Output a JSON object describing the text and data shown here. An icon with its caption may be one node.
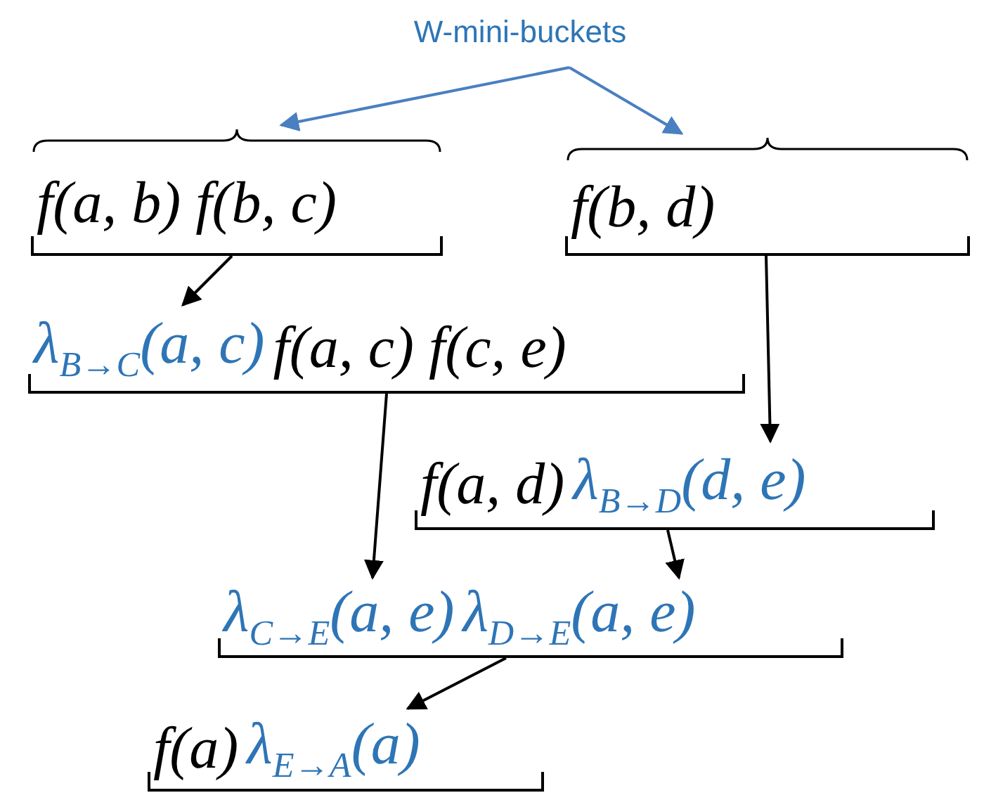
{
  "diagram": {
    "nodes": [
      {
        "text": [
          "W-mini-buckets"
        ]
      },
      {
        "text": [
          "f(a, b) f(b, c)"
        ]
      },
      {
        "text": [
          "f(b, d)"
        ]
      },
      {
        "text": [
          "λ$_{B→C}$(a, c)",
          "f(a, c) f(c, e)"
        ]
      },
      {
        "text": [
          "f(a, d)",
          "λ$_{B→D}$(d, e)"
        ]
      },
      {
        "text": [
          "λ$_{C→E}$(a, e)",
          "λ$_{D→E}$(a, e)"
        ]
      },
      {
        "text": [
          "f(a)",
          "λ$_{E→A}$(a)"
        ]
      }
    ],
    "edges": [
      {
        "from": 0,
        "to": 1,
        "arrow": "to",
        "color": "#4a7fc1"
      },
      {
        "from": 0,
        "to": 2,
        "arrow": "to",
        "color": "#4a7fc1"
      },
      {
        "from": 1,
        "to": 3,
        "arrow": "to"
      },
      {
        "from": 2,
        "to": 4,
        "arrow": "to"
      },
      {
        "from": 3,
        "to": 5,
        "arrow": "to"
      },
      {
        "from": 4,
        "to": 5,
        "arrow": "to"
      },
      {
        "from": 5,
        "to": 6,
        "arrow": "to"
      }
    ]
  }
}
